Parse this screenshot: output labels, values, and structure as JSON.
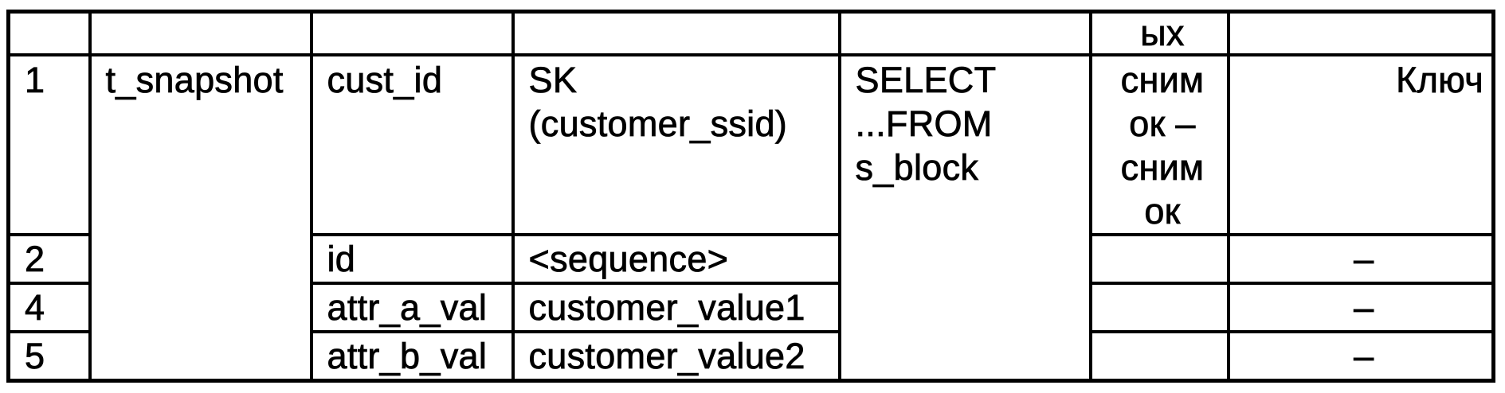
{
  "colors": {
    "line": "#000000",
    "background": "#ffffff",
    "text": "#000000"
  },
  "table": {
    "header": {
      "snapshot_col_fragment": "ых"
    },
    "rows": [
      {
        "num": "1",
        "table_name": "t_snapshot",
        "field": "cust_id",
        "source": "SK\n(customer_ssid)",
        "query": "SELECT\n...FROM\ns_block",
        "snapshot_diff": "сним\nок –\nсним\nок",
        "key": "Ключ"
      },
      {
        "num": "2",
        "field": "id",
        "source": "<sequence>",
        "snapshot_diff": "",
        "key": "–"
      },
      {
        "num": "4",
        "field": "attr_a_val",
        "source": "customer_value1",
        "snapshot_diff": "",
        "key": "–"
      },
      {
        "num": "5",
        "field": "attr_b_val",
        "source": "customer_value2",
        "snapshot_diff": "",
        "key": "–"
      }
    ]
  }
}
